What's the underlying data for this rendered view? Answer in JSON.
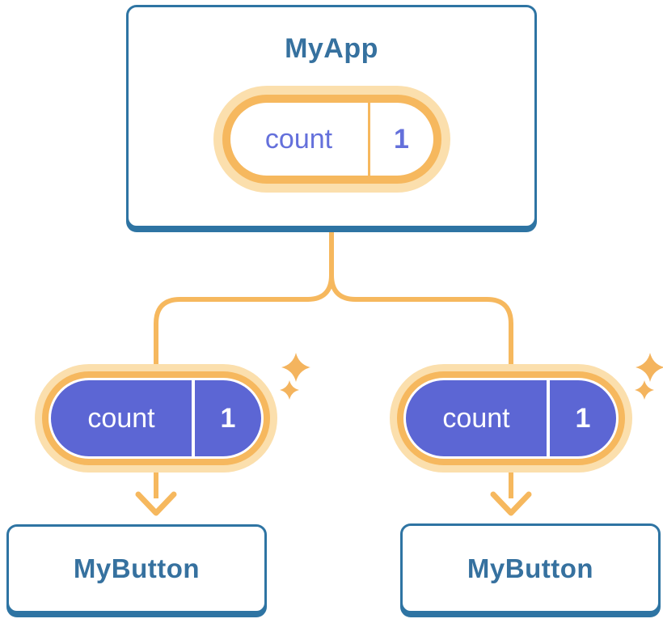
{
  "colors": {
    "card_border_blue": "#2E74A3",
    "title_text_blue": "#36719F",
    "accent_orange": "#F6B85E",
    "halo_light_orange": "#FBDFAD",
    "state_purple": "#5C66D4",
    "state_text_purple": "#6470DB"
  },
  "root_card": {
    "title": "MyApp",
    "pill": {
      "label": "count",
      "value": "1"
    }
  },
  "child_pills": [
    {
      "label": "count",
      "value": "1"
    },
    {
      "label": "count",
      "value": "1"
    }
  ],
  "child_cards": [
    {
      "title": "MyButton"
    },
    {
      "title": "MyButton"
    }
  ],
  "icons": {
    "sparkles": "sparkles-icon",
    "arrow": "arrow-down-icon",
    "connector": "tree-connector-line"
  }
}
